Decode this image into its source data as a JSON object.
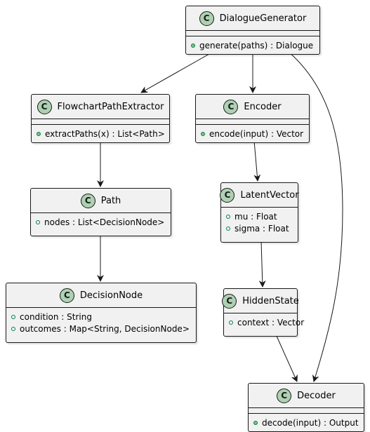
{
  "diagram": {
    "classes": [
      {
        "id": "dialoguegenerator",
        "stereotype": "C",
        "name": "DialogueGenerator",
        "fields": [],
        "methods": [
          "generate(paths) : Dialogue"
        ]
      },
      {
        "id": "flowchartpathextractor",
        "stereotype": "C",
        "name": "FlowchartPathExtractor",
        "fields": [],
        "methods": [
          "extractPaths(x) : List<Path>"
        ]
      },
      {
        "id": "encoder",
        "stereotype": "C",
        "name": "Encoder",
        "fields": [],
        "methods": [
          "encode(input) : Vector"
        ]
      },
      {
        "id": "path",
        "stereotype": "C",
        "name": "Path",
        "fields": [
          "nodes : List<DecisionNode>"
        ],
        "methods": []
      },
      {
        "id": "latentvector",
        "stereotype": "C",
        "name": "LatentVector",
        "fields": [
          "mu : Float",
          "sigma : Float"
        ],
        "methods": []
      },
      {
        "id": "decisionnode",
        "stereotype": "C",
        "name": "DecisionNode",
        "fields": [
          "condition : String",
          "outcomes : Map<String, DecisionNode>"
        ],
        "methods": []
      },
      {
        "id": "hiddenstate",
        "stereotype": "C",
        "name": "HiddenState",
        "fields": [
          "context : Vector"
        ],
        "methods": []
      },
      {
        "id": "decoder",
        "stereotype": "C",
        "name": "Decoder",
        "fields": [],
        "methods": [
          "decode(input) : Output"
        ]
      }
    ],
    "relations": [
      {
        "from": "dialoguegenerator",
        "to": "flowchartpathextractor"
      },
      {
        "from": "dialoguegenerator",
        "to": "encoder"
      },
      {
        "from": "dialoguegenerator",
        "to": "decoder"
      },
      {
        "from": "flowchartpathextractor",
        "to": "path"
      },
      {
        "from": "path",
        "to": "decisionnode"
      },
      {
        "from": "encoder",
        "to": "latentvector"
      },
      {
        "from": "latentvector",
        "to": "hiddenstate"
      },
      {
        "from": "hiddenstate",
        "to": "decoder"
      }
    ]
  }
}
